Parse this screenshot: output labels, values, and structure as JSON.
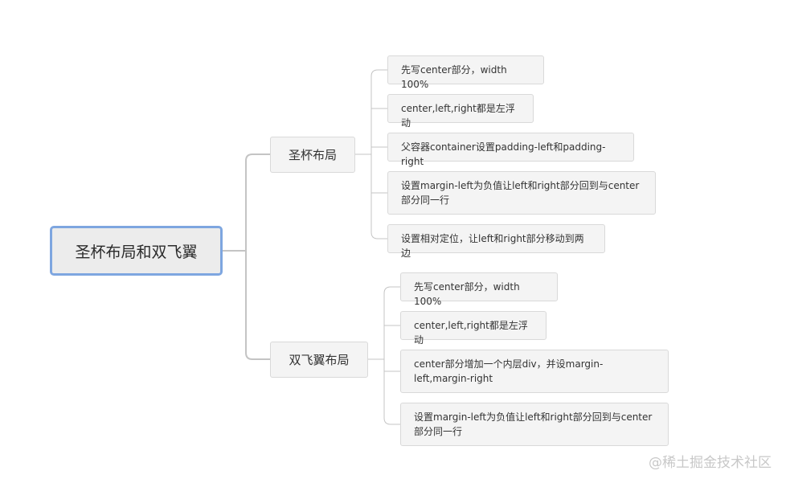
{
  "root": {
    "label": "圣杯布局和双飞翼"
  },
  "branches": [
    {
      "label": "圣杯布局",
      "items": [
        "先写center部分，width 100%",
        "center,left,right都是左浮动",
        "父容器container设置padding-left和padding-right",
        "设置margin-left为负值让left和right部分回到与center部分同一行",
        "设置相对定位，让left和right部分移动到两边"
      ]
    },
    {
      "label": "双飞翼布局",
      "items": [
        "先写center部分，width 100%",
        "center,left,right都是左浮动",
        "center部分增加一个内层div，并设margin-left,margin-right",
        "设置margin-left为负值让left和right部分回到与center部分同一行"
      ]
    }
  ],
  "watermark": "@稀土掘金技术社区",
  "colors": {
    "line": "#c4c4c4",
    "root_border": "#7ea6e0",
    "node_fill": "#f4f4f4",
    "node_border": "#d9d9d9"
  }
}
